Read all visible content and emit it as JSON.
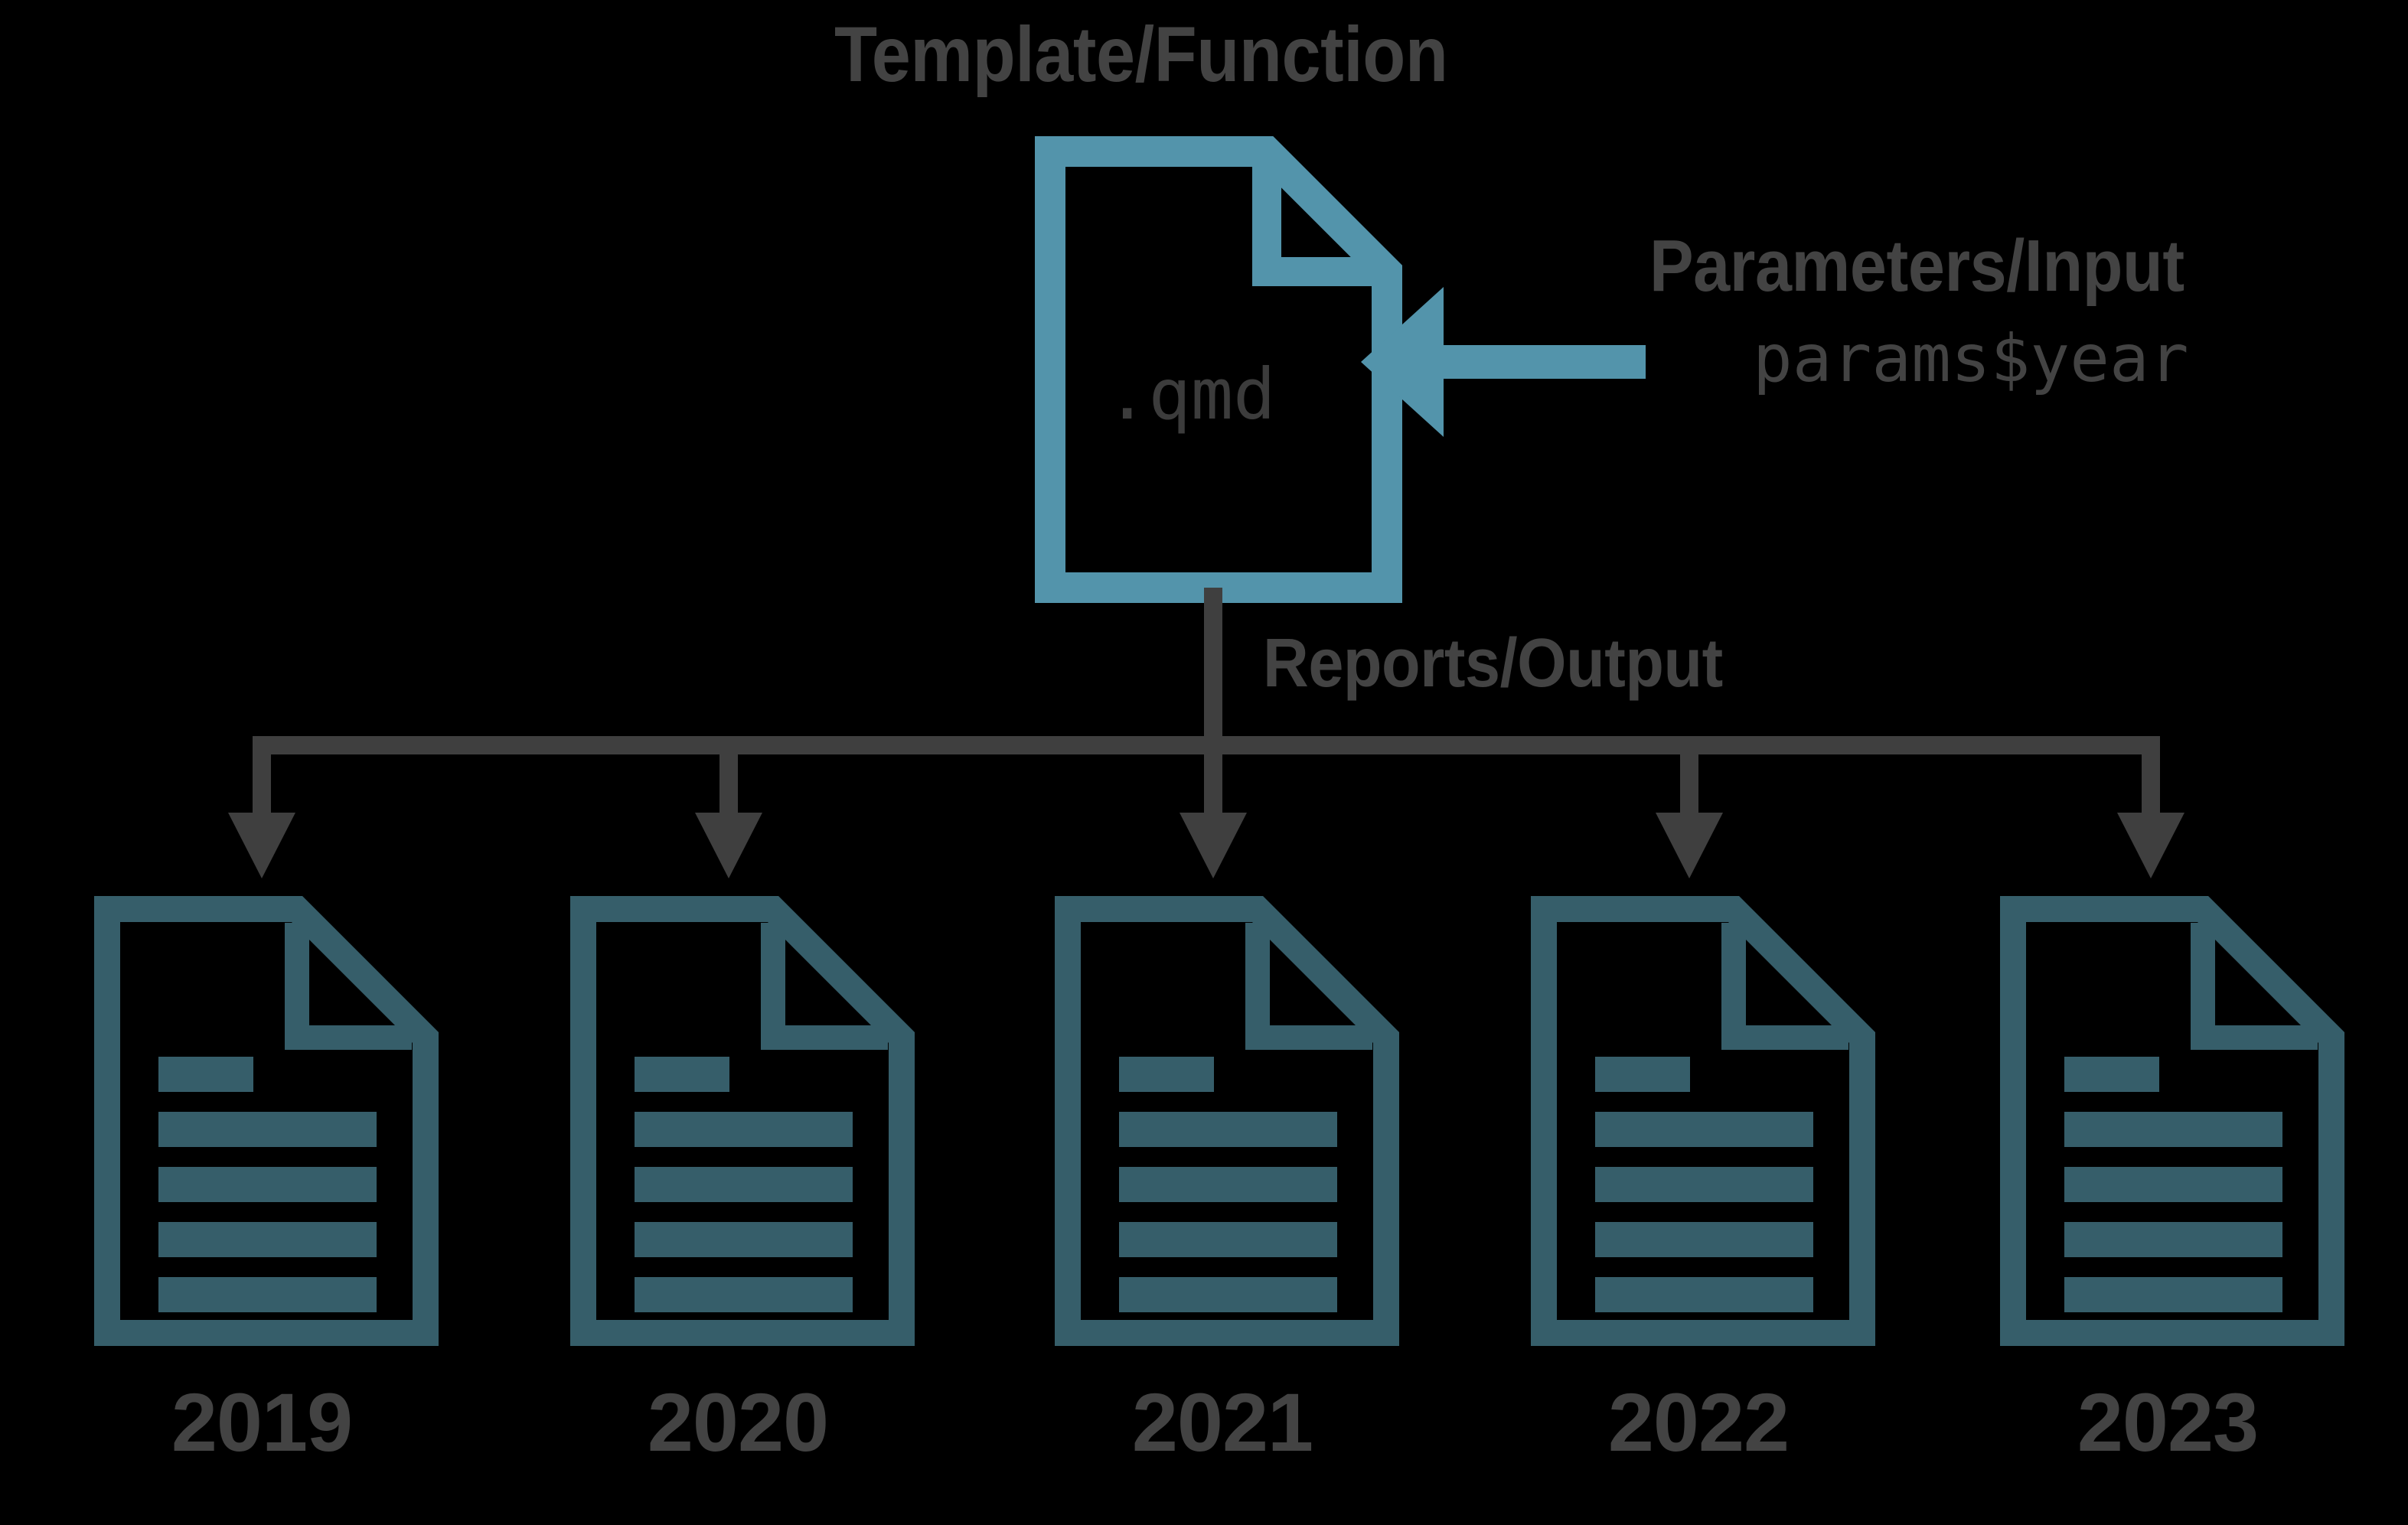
{
  "background_color": "#000000",
  "palette": {
    "template_blue": "#5394ab",
    "report_blue": "#365e6a",
    "text_gray": "#434343",
    "connector_gray": "#3f3f3f",
    "qmd_text_gray": "#3c3c3c"
  },
  "diagram": {
    "type": "flow-tree",
    "template": {
      "heading": "Template/Function",
      "file_icon_name": "document-file-icon",
      "file_extension": ".qmd"
    },
    "input": {
      "heading": "Parameters/Input",
      "code": "params$year",
      "arrow_direction": "left",
      "arrow_icon_name": "arrow-left-icon"
    },
    "output": {
      "heading": "Reports/Output",
      "branch_count": 5,
      "arrow_direction": "down",
      "arrow_icon_name": "arrow-down-icon"
    },
    "reports": [
      {
        "label": "2019",
        "icon_name": "report-document-icon",
        "body_lines": 4,
        "title_line": true
      },
      {
        "label": "2020",
        "icon_name": "report-document-icon",
        "body_lines": 4,
        "title_line": true
      },
      {
        "label": "2021",
        "icon_name": "report-document-icon",
        "body_lines": 4,
        "title_line": true
      },
      {
        "label": "2022",
        "icon_name": "report-document-icon",
        "body_lines": 4,
        "title_line": true
      },
      {
        "label": "2023",
        "icon_name": "report-document-icon",
        "body_lines": 4,
        "title_line": true
      }
    ]
  }
}
